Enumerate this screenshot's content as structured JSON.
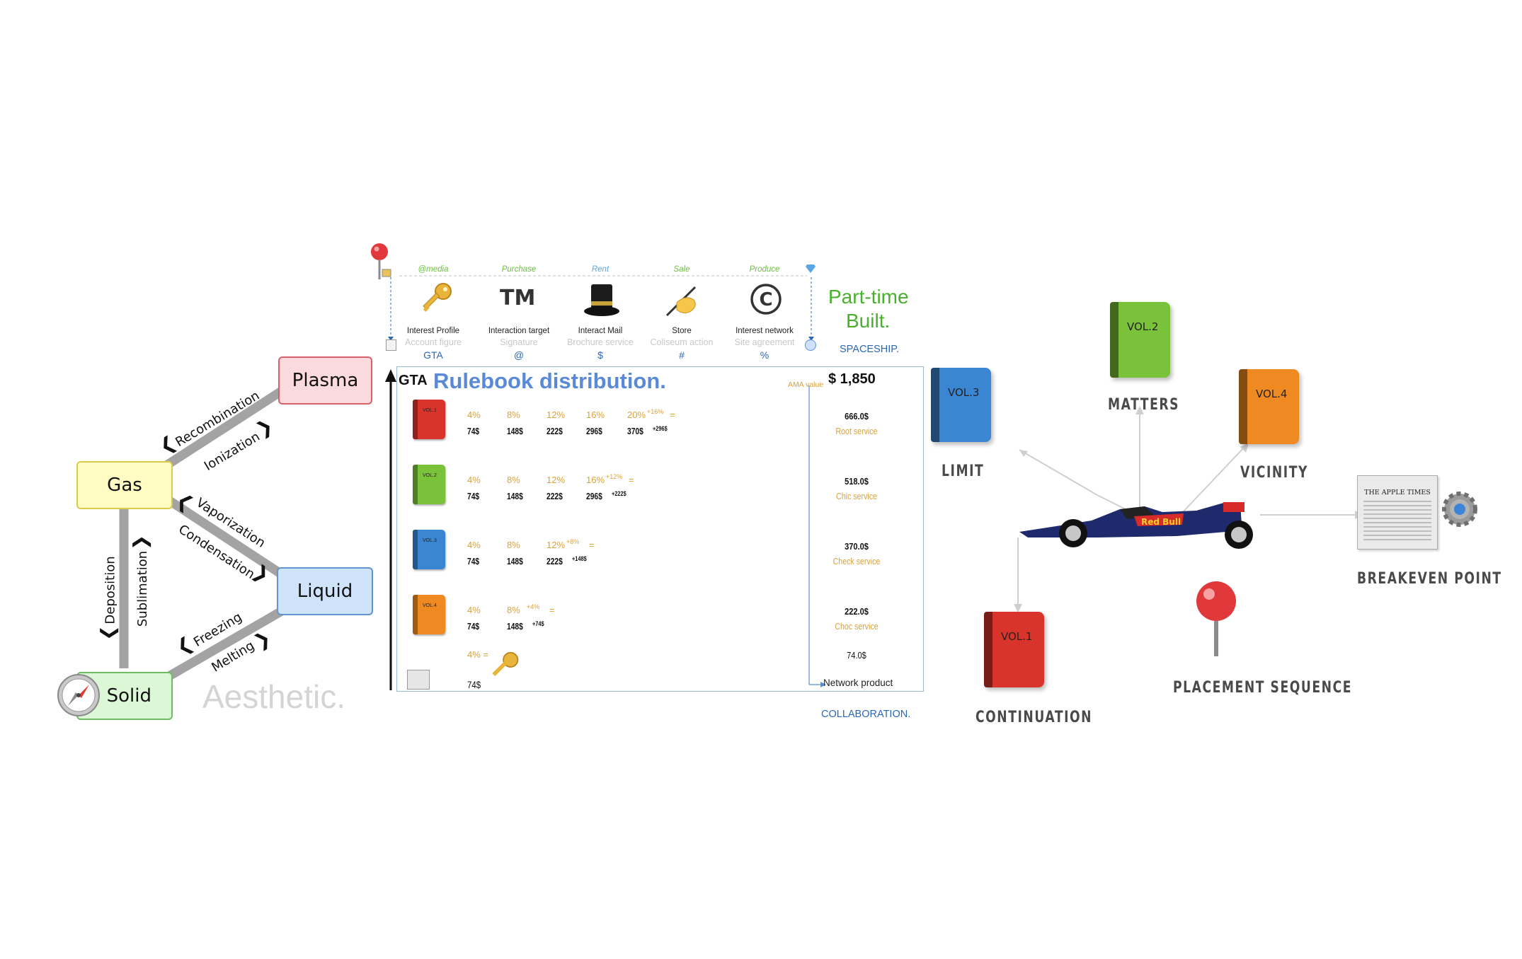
{
  "phase": {
    "plasma": "Plasma",
    "gas": "Gas",
    "liquid": "Liquid",
    "solid": "Solid",
    "recombination": "Recombination",
    "ionization": "Ionization",
    "vaporization": "Vaporization",
    "condensation": "Condensation",
    "freezing": "Freezing",
    "melting": "Melting",
    "deposition": "Deposition",
    "sublimation": "Sublimation",
    "aesthetic": "Aesthetic.",
    "colors": {
      "plasma_fill": "#fadadd",
      "plasma_border": "#d9606a",
      "gas_fill": "#fffbc2",
      "gas_border": "#d6cc4a",
      "liquid_fill": "#cfe3fb",
      "liquid_border": "#5f95cf",
      "solid_fill": "#dcf7d6",
      "solid_border": "#6dbb62",
      "bar": "#a3a3a3"
    },
    "icons": {
      "solid": "compass-icon"
    }
  },
  "pricing": {
    "columns": [
      {
        "head": "@media",
        "head_color": "#6abf3e",
        "icon": "key-icon",
        "sub1": "Interest Profile",
        "sub2": "Account figure",
        "sym": "GTA"
      },
      {
        "head": "Purchase",
        "head_color": "#6abf3e",
        "icon": "trademark-icon",
        "sub1": "Interaction target",
        "sub2": "Signature",
        "sym": "@"
      },
      {
        "head": "Rent",
        "head_color": "#5aa7e6",
        "icon": "top-hat-icon",
        "sub1": "Interact Mail",
        "sub2": "Brochure service",
        "sym": "$"
      },
      {
        "head": "Sale",
        "head_color": "#6abf3e",
        "icon": "writing-hand-icon",
        "sub1": "Store",
        "sub2": "Coliseum action",
        "sym": "#"
      },
      {
        "head": "Produce",
        "head_color": "#6abf3e",
        "icon": "copyright-icon",
        "sub1": "Interest network",
        "sub2": "Site agreement",
        "sym": "%"
      }
    ],
    "tm_glyph": "TM",
    "copyright_glyph": "©",
    "part_time": "Part-time",
    "built": "Built.",
    "spaceship": "SPACESHIP.",
    "gta": "GTA",
    "title": "Rulebook distribution.",
    "ama_value": "AMA value",
    "total": "$ 1,850",
    "rows": [
      {
        "book": "VOL.1",
        "color": "#d9342b",
        "pcts": [
          "4%",
          "8%",
          "12%",
          "16%",
          "20%"
        ],
        "pct_extra": "+16%",
        "amts": [
          "74$",
          "148$",
          "222$",
          "296$",
          "370$"
        ],
        "amt_extra": "+296$",
        "eq": "=",
        "total": "666.0$",
        "service": "Root service"
      },
      {
        "book": "VOL.2",
        "color": "#79c23a",
        "pcts": [
          "4%",
          "8%",
          "12%",
          "16%"
        ],
        "pct_extra": "+12%",
        "amts": [
          "74$",
          "148$",
          "222$",
          "296$"
        ],
        "amt_extra": "+222$",
        "eq": "=",
        "total": "518.0$",
        "service": "Chic service"
      },
      {
        "book": "VOL.3",
        "color": "#3a86d3",
        "pcts": [
          "4%",
          "8%",
          "12%"
        ],
        "pct_extra": "+8%",
        "amts": [
          "74$",
          "148$",
          "222$"
        ],
        "amt_extra": "+148$",
        "eq": "=",
        "total": "370.0$",
        "service": "Check service"
      },
      {
        "book": "VOL.4",
        "color": "#ef8a22",
        "pcts": [
          "4%",
          "8%"
        ],
        "pct_extra": "+4%",
        "amts": [
          "74$",
          "148$"
        ],
        "amt_extra": "+74$",
        "eq": "=",
        "total": "222.0$",
        "service": "Choc service"
      }
    ],
    "last_row": {
      "pct": "4%",
      "eq": "=",
      "amt": "74$",
      "total": "74.0$"
    },
    "network_product": "Network product",
    "collaboration": "COLLABORATION."
  },
  "right": {
    "limit": "LIMIT",
    "matters": "MATTERS",
    "vicinity": "VICINITY",
    "continuation": "CONTINUATION",
    "placement": "PLACEMENT SEQUENCE",
    "breakeven": "BREAKEVEN POINT",
    "books": {
      "vol1": "VOL.1",
      "vol2": "VOL.2",
      "vol3": "VOL.3",
      "vol4": "VOL.4"
    },
    "book_colors": {
      "vol1": "#d9342b",
      "vol2": "#79c23a",
      "vol3": "#3a86d3",
      "vol4": "#ef8a22"
    },
    "newspaper_title": "THE APPLE TIMES",
    "icons": {
      "car": "race-car-icon",
      "pin": "pushpin-icon",
      "news": "newspaper-icon",
      "gear": "gear-icon"
    }
  }
}
